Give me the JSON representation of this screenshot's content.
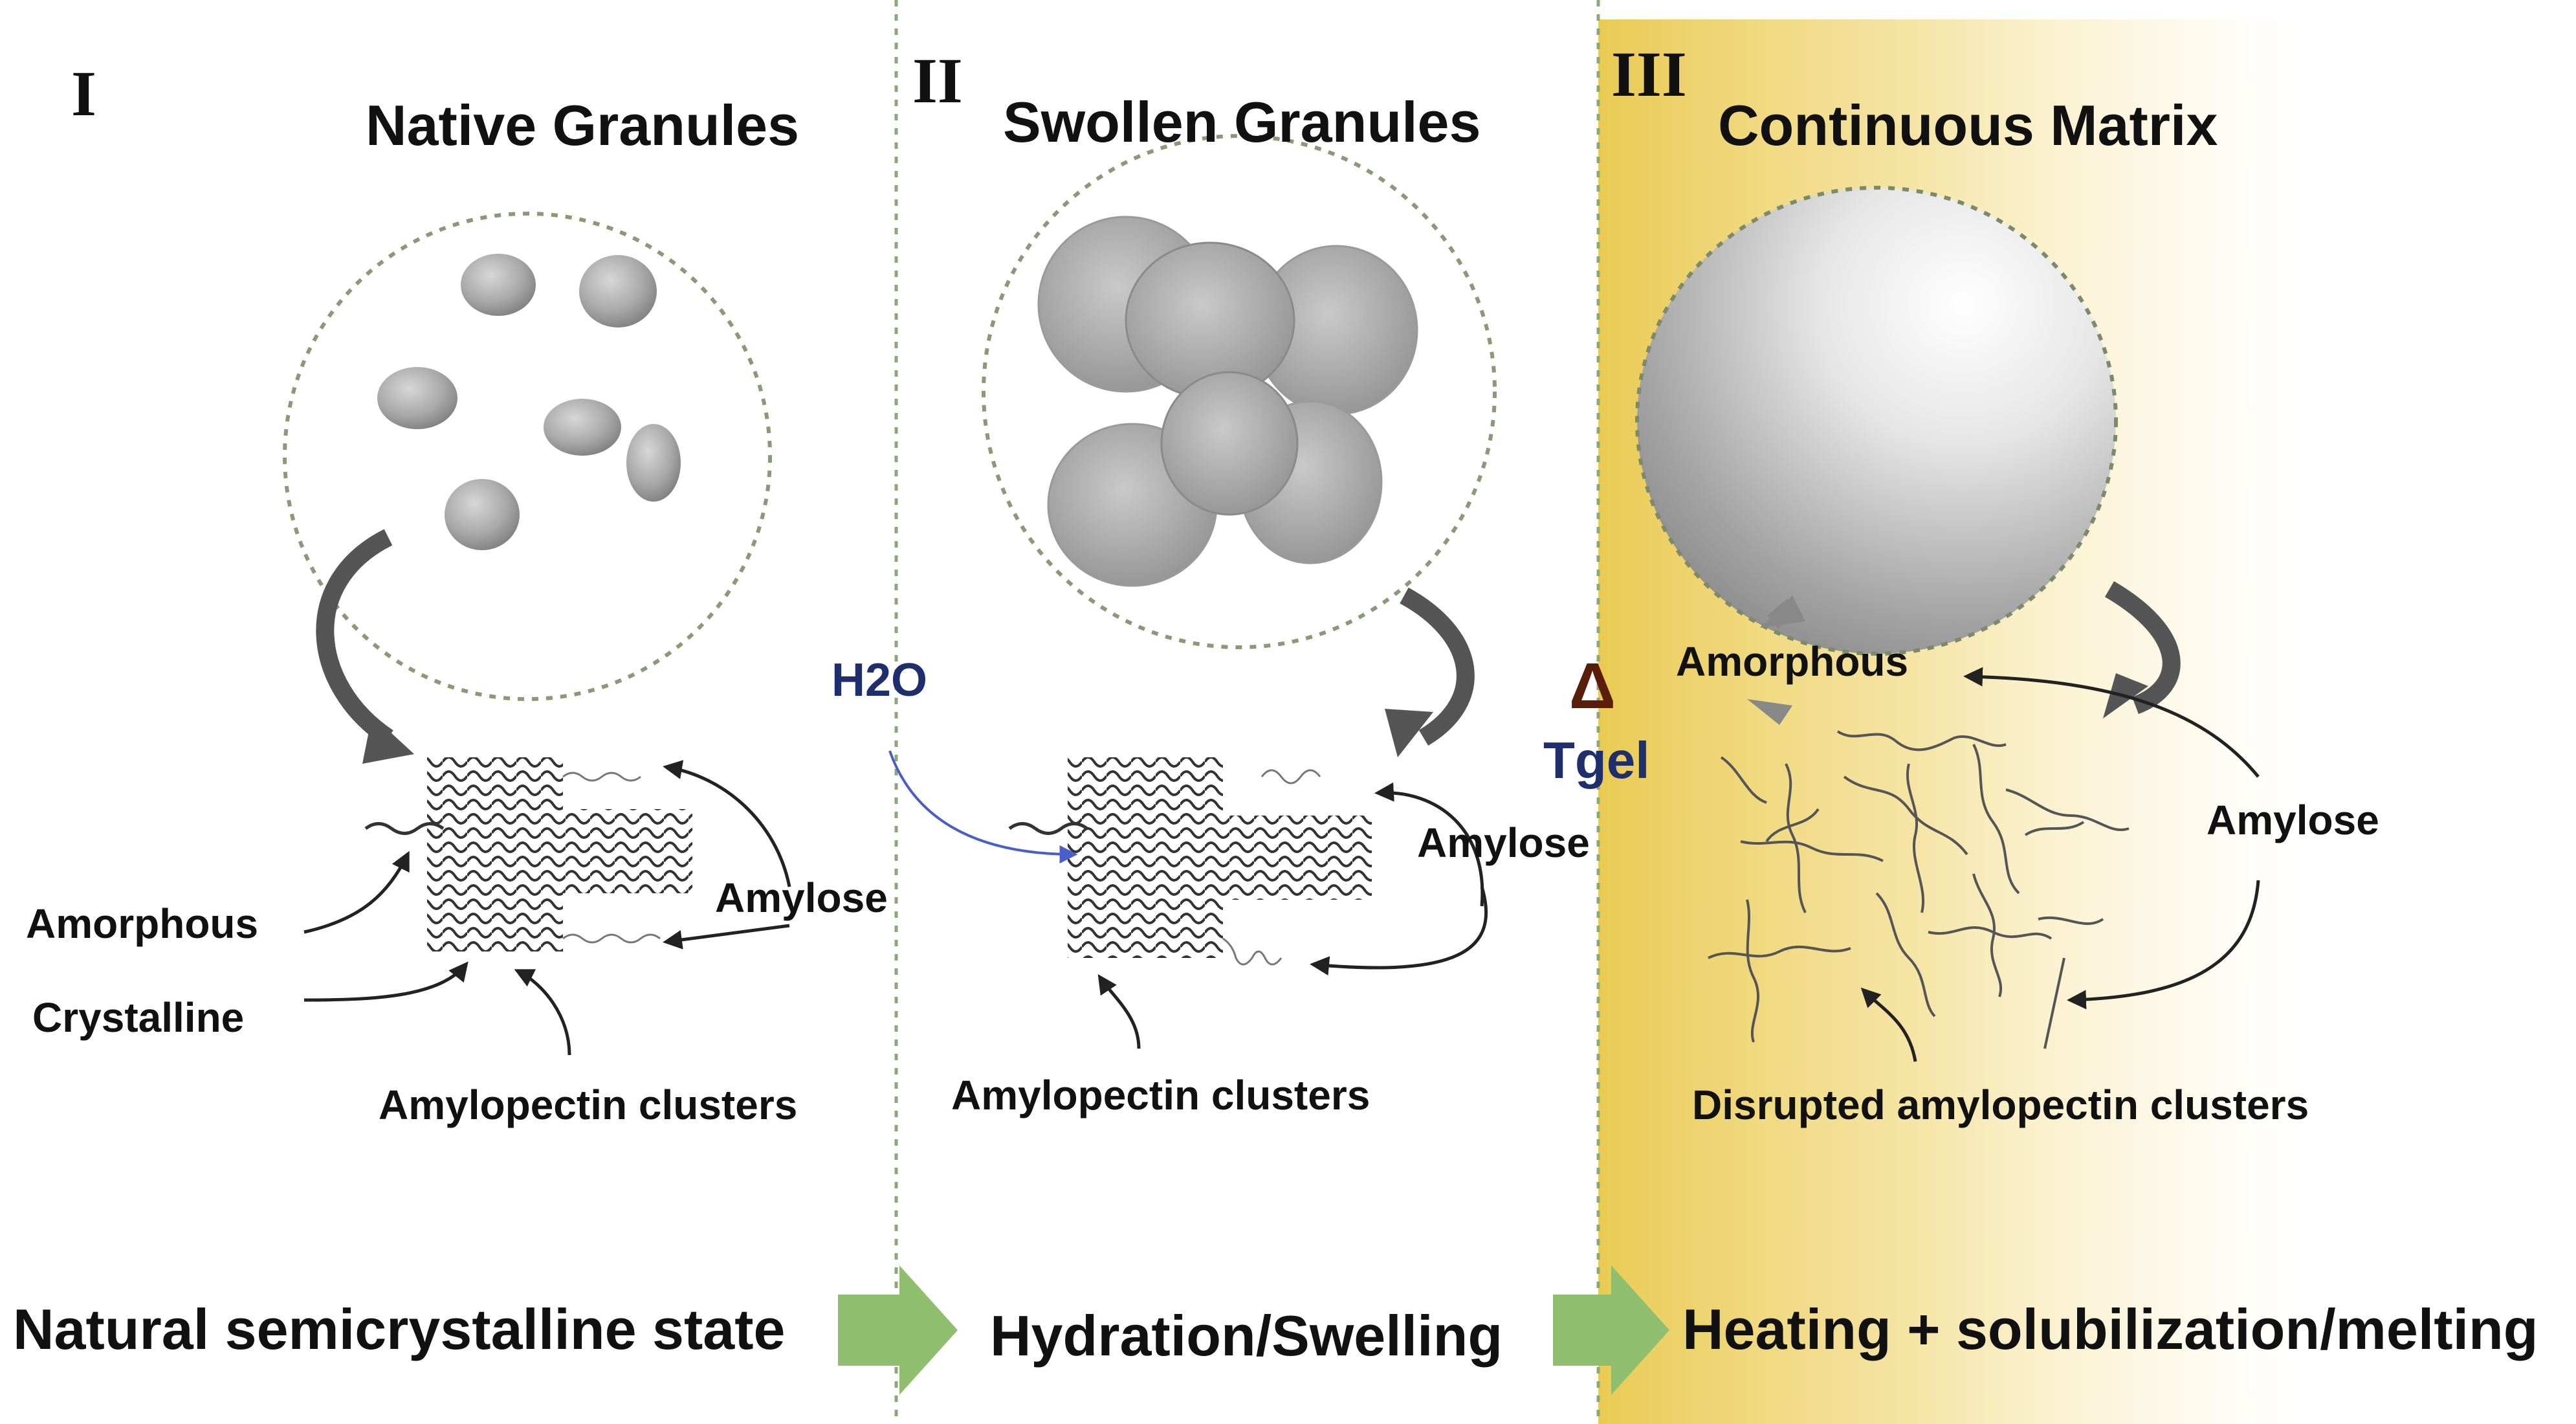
{
  "panels": [
    {
      "roman": "I",
      "title": "Native Granules"
    },
    {
      "roman": "II",
      "title": "Swollen Granules"
    },
    {
      "roman": "III",
      "title": "Continuous Matrix"
    }
  ],
  "labels": {
    "p1_amorphous": "Amorphous",
    "p1_crystalline": "Crystalline",
    "p1_amylose": "Amylose",
    "p1_amylopectin": "Amylopectin clusters",
    "p2_h2o": "H2O",
    "p2_amylose": "Amylose",
    "p2_amylopectin": "Amylopectin clusters",
    "p3_delta": "Δ",
    "p3_tgel": "Tgel",
    "p3_amorphous": "Amorphous",
    "p3_amylose": "Amylose",
    "p3_disrupted": "Disrupted amylopectin clusters"
  },
  "stages": {
    "s1": "Natural semicrystalline state",
    "s2": "Hydration/Swelling",
    "s3": "Heating + solubilization/melting"
  },
  "colors": {
    "matrix_yellow": "#e8c84a",
    "stage_arrow_green": "#8fbf6e",
    "divider_green": "#8aa879",
    "h2o_blue": "#1f2f6e",
    "delta_brown": "#5a1d0a",
    "curved_arrow_gray": "#555555"
  }
}
